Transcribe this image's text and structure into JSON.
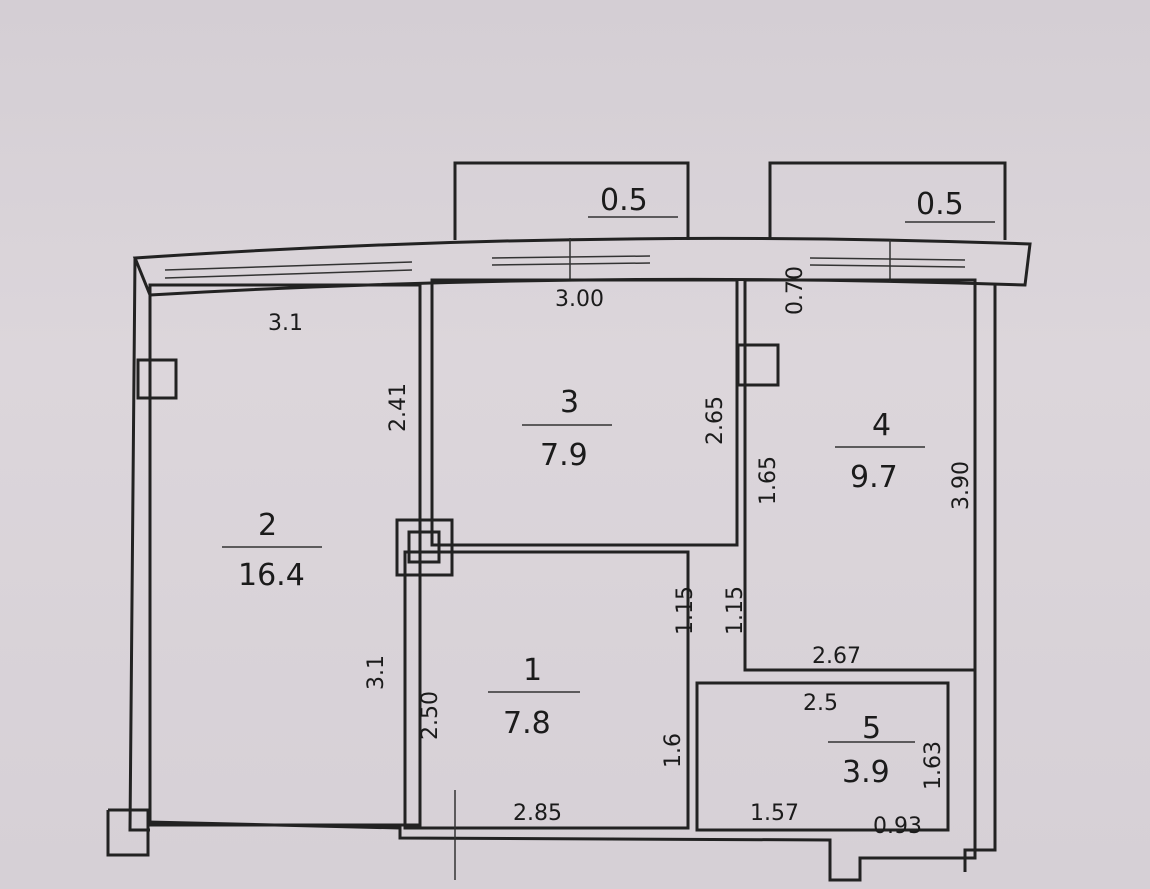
{
  "balconies": [
    {
      "area": "0.5"
    },
    {
      "area": "0.5"
    }
  ],
  "rooms": [
    {
      "number": "1",
      "area": "7.8"
    },
    {
      "number": "2",
      "area": "16.4"
    },
    {
      "number": "3",
      "area": "7.9"
    },
    {
      "number": "4",
      "area": "9.7"
    },
    {
      "number": "5",
      "area": "3.9"
    }
  ],
  "dimensions": {
    "r2_top": "3.1",
    "r2_right": "2.41",
    "r2_lower": "3.1",
    "r3_top": "3.00",
    "r3_right": "2.65",
    "r4_window": "0.70",
    "r4_left": "1.65",
    "r4_right": "3.90",
    "r4_bottom": "2.67",
    "hall_1": "1.15",
    "r1_right": "1.15",
    "r1_left": "2.50",
    "r1_lower": "1.6",
    "r1_bottom": "2.85",
    "r5_top": "2.5",
    "r5_right": "1.63",
    "r5_bottom": "1.57",
    "r5_bottom2": "0.93"
  }
}
